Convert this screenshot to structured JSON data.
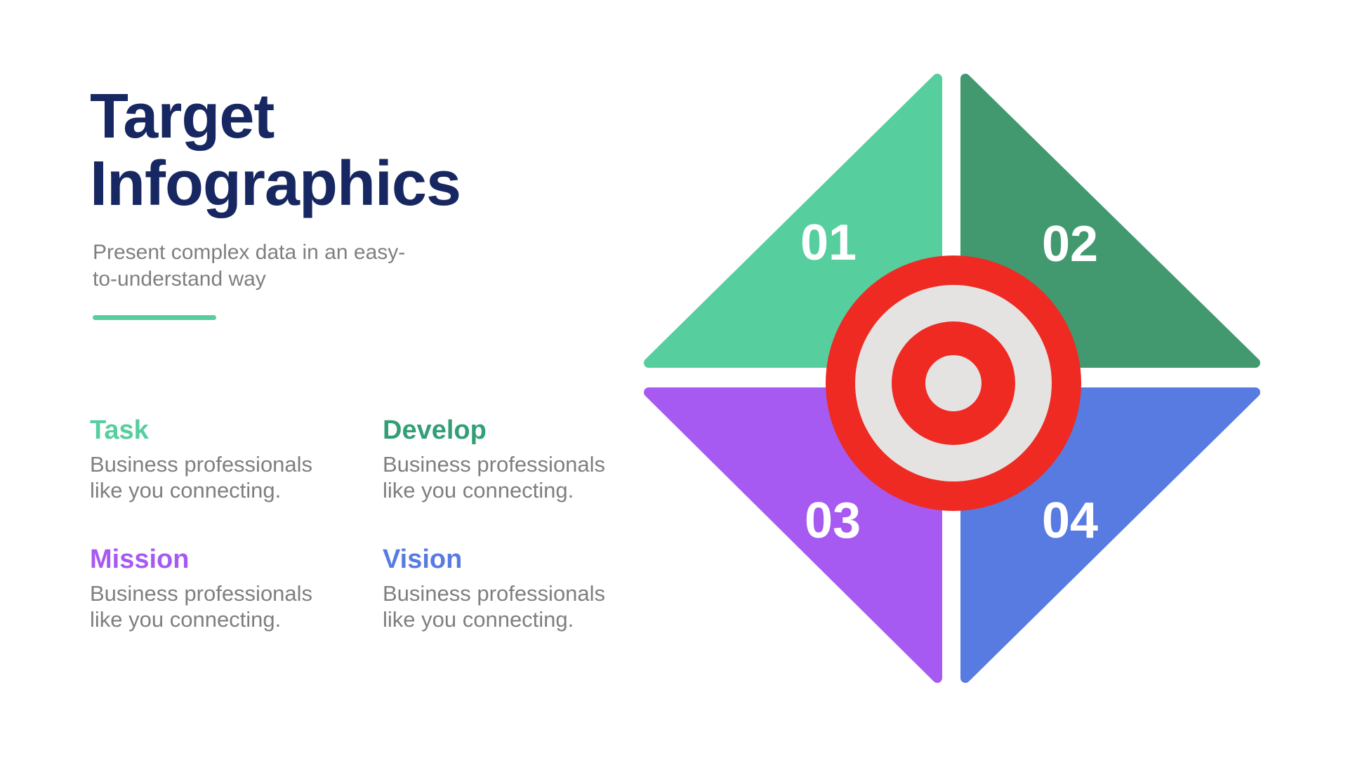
{
  "page": {
    "background": "#ffffff"
  },
  "header": {
    "title": "Target Infographics",
    "title_color": "#172761",
    "subtitle": "Present complex data in an easy-to-understand way",
    "subtitle_color": "#7f7f7f",
    "divider_color": "#56CE9E"
  },
  "sections": [
    {
      "title": "Task",
      "description": "Business professionals like you connecting.",
      "color": "#56CE9E"
    },
    {
      "title": "Develop",
      "description": "Business professionals like you connecting.",
      "color": "#349E76"
    },
    {
      "title": "Mission",
      "description": "Business professionals like you connecting.",
      "color": "#A75AF1"
    },
    {
      "title": "Vision",
      "description": "Business professionals like you connecting.",
      "color": "#587BE1"
    }
  ],
  "diagram": {
    "segments": [
      {
        "number": "01",
        "position": "top-left",
        "color": "#56CE9E"
      },
      {
        "number": "02",
        "position": "top-right",
        "color": "#42996F"
      },
      {
        "number": "03",
        "position": "bottom-left",
        "color": "#A75AF1"
      },
      {
        "number": "04",
        "position": "bottom-right",
        "color": "#587BE1"
      }
    ],
    "number_color": "#ffffff",
    "target": {
      "ring_color": "#EE2A23",
      "inner_ring_color": "#E5E3E1"
    }
  }
}
